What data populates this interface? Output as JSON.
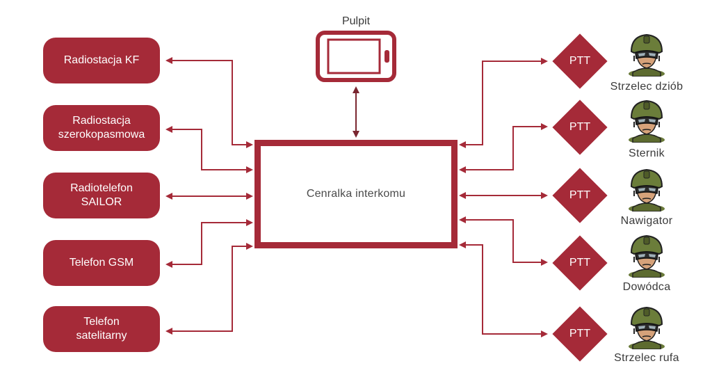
{
  "devices": [
    {
      "label": "Radiostacja KF"
    },
    {
      "label": "Radiostacja\nszerokopasmowa"
    },
    {
      "label": "Radiotelefon\nSAILOR"
    },
    {
      "label": "Telefon GSM"
    },
    {
      "label": "Telefon\nsatelitarny"
    }
  ],
  "central": {
    "label": "Cenralka interkomu"
  },
  "pulpit": {
    "label": "Pulpit"
  },
  "ptt": {
    "label": "PTT"
  },
  "crew": [
    {
      "label": "Strzelec dziób"
    },
    {
      "label": "Sternik"
    },
    {
      "label": "Nawigator"
    },
    {
      "label": "Dowódca"
    },
    {
      "label": "Strzelec rufa"
    }
  ],
  "colors": {
    "accent": "#a52a38",
    "arrow": "#7a2630",
    "text": "#3a3a3a"
  },
  "icons": {
    "console": "tablet-icon",
    "crew_member": "soldier-helmet-icon"
  }
}
